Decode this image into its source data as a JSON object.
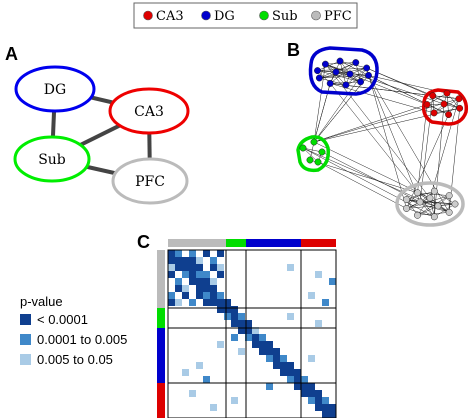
{
  "legend": {
    "entries": [
      {
        "label": "CA3",
        "color": "#dd0000"
      },
      {
        "label": "DG",
        "color": "#0000cc"
      },
      {
        "label": "Sub",
        "color": "#00dd00"
      },
      {
        "label": "PFC",
        "color": "#bbbbbb"
      }
    ]
  },
  "panels": {
    "a": {
      "label": "A"
    },
    "b": {
      "label": "B"
    },
    "c": {
      "label": "C"
    }
  },
  "panel_a": {
    "nodes": [
      {
        "id": "DG",
        "label": "DG",
        "color": "#0000ee"
      },
      {
        "id": "CA3",
        "label": "CA3",
        "color": "#ee0000"
      },
      {
        "id": "Sub",
        "label": "Sub",
        "color": "#00ee00"
      },
      {
        "id": "PFC",
        "label": "PFC",
        "color": "#bbbbbb"
      }
    ],
    "edges": [
      [
        "DG",
        "CA3"
      ],
      [
        "DG",
        "Sub"
      ],
      [
        "CA3",
        "Sub"
      ],
      [
        "CA3",
        "PFC"
      ],
      [
        "Sub",
        "PFC"
      ]
    ]
  },
  "pvalue_legend": {
    "title": "p-value",
    "items": [
      {
        "label": "< 0.0001",
        "color": "#0f3f8f"
      },
      {
        "label": "0.0001 to 0.005",
        "color": "#3f88c9"
      },
      {
        "label": "0.005 to 0.05",
        "color": "#a9cbe6"
      }
    ]
  },
  "matrix": {
    "group_bar_colors": [
      "#bbbbbb",
      "#00dd00",
      "#0000cc",
      "#dd0000"
    ]
  }
}
